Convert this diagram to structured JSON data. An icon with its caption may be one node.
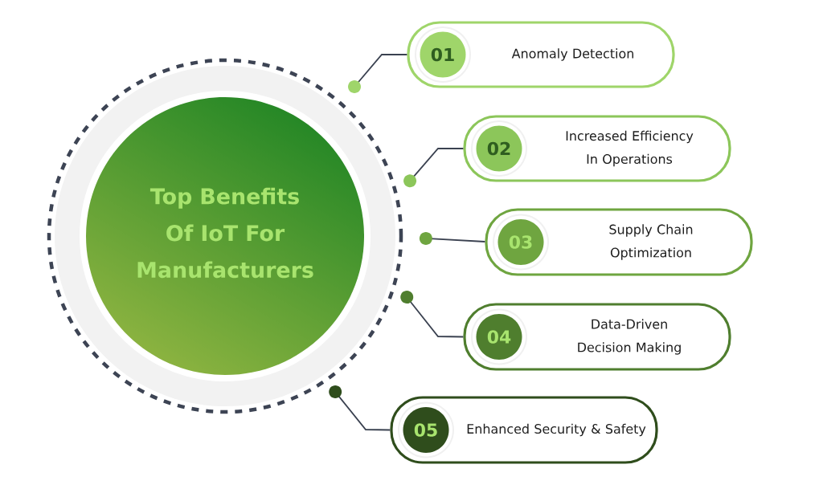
{
  "diagram": {
    "nodes": [
      {
        "text": [
          "Top Benefits Of IoT For Manufacturers"
        ]
      },
      {
        "text": [
          "01",
          "Anomaly Detection"
        ]
      },
      {
        "text": [
          "02",
          "Increased Efficiency In Operations"
        ]
      },
      {
        "text": [
          "03",
          "Supply Chain Optimization"
        ]
      },
      {
        "text": [
          "04",
          "Data-Driven Decision Making"
        ]
      },
      {
        "text": [
          "05",
          "Enhanced Security & Safety"
        ]
      }
    ],
    "edges": [
      {
        "from": 0,
        "to": 1,
        "arrow": "other"
      },
      {
        "from": 0,
        "to": 2,
        "arrow": "other"
      },
      {
        "from": 0,
        "to": 3,
        "arrow": "other"
      },
      {
        "from": 0,
        "to": 4,
        "arrow": "other"
      },
      {
        "from": 0,
        "to": 5,
        "arrow": "other"
      }
    ]
  }
}
